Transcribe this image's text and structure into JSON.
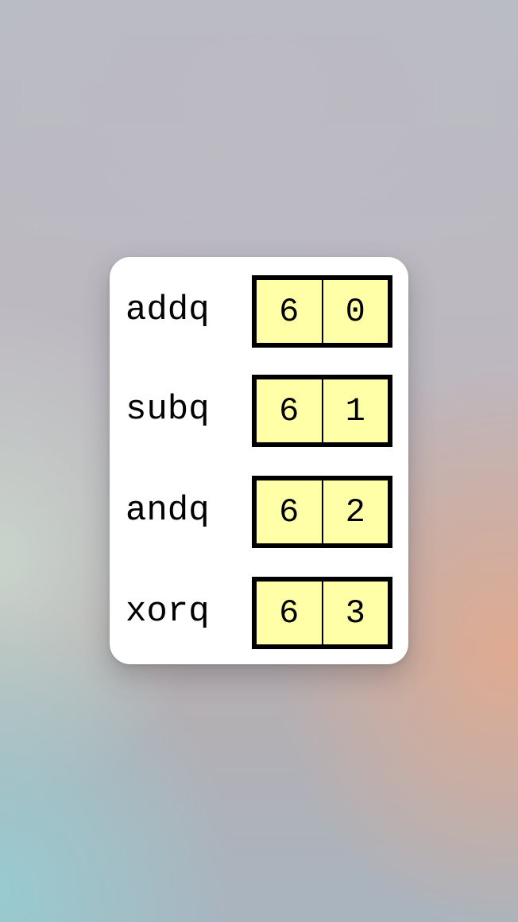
{
  "instructions": [
    {
      "mnemonic": "addq",
      "icode": "6",
      "ifun": "0"
    },
    {
      "mnemonic": "subq",
      "icode": "6",
      "ifun": "1"
    },
    {
      "mnemonic": "andq",
      "icode": "6",
      "ifun": "2"
    },
    {
      "mnemonic": "xorq",
      "icode": "6",
      "ifun": "3"
    }
  ],
  "colors": {
    "cell_fill": "#ffffa8",
    "cell_border": "#000000",
    "card_background": "#ffffff"
  }
}
